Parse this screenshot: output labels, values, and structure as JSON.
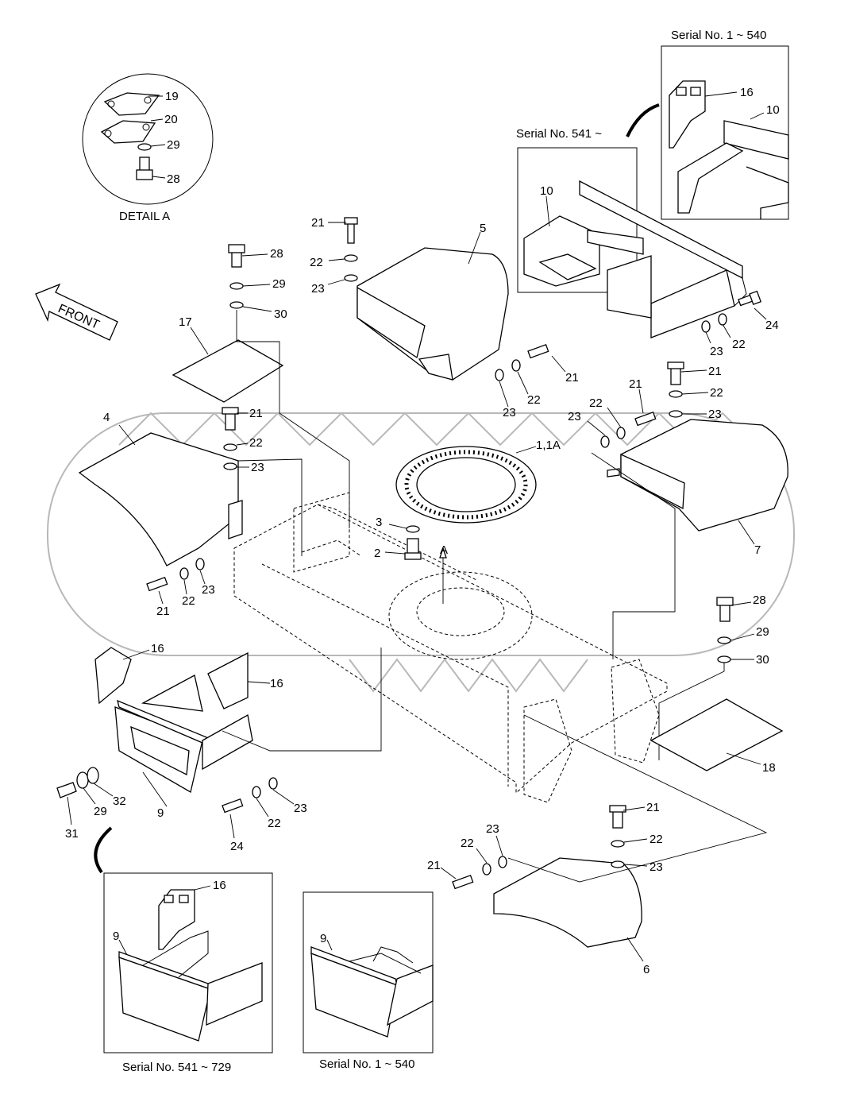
{
  "corner_mark": "",
  "front_arrow_label": "FRONT",
  "detail_a": {
    "caption": "DETAIL A",
    "labels": [
      "19",
      "20",
      "29",
      "28"
    ]
  },
  "inset_captions": {
    "top_right": "Serial No. 1 ~ 540",
    "top_middle": "Serial No. 541 ~",
    "bottom_left": "Serial No. 541 ~ 729",
    "bottom_middle": "Serial No. 1 ~ 540"
  },
  "callouts": {
    "c_16_tr": "16",
    "c_10_tr": "10",
    "c_10_tm": "10",
    "c_24_tr": "24",
    "c_23_tr": "23",
    "c_22_tr": "22",
    "c_21_top": "21",
    "c_22_top": "22",
    "c_23_top": "23",
    "c_5": "5",
    "c_28_tl": "28",
    "c_29_tl": "29",
    "c_30_tl": "30",
    "c_17": "17",
    "c_21_mid": "21",
    "c_23_mid": "23",
    "c_22_mid": "22",
    "c_21_r1": "21",
    "c_22_r1": "22",
    "c_23_r1": "23",
    "c_21_r2": "21",
    "c_22_r2": "22",
    "c_23_r2": "23",
    "c_4": "4",
    "c_21_l": "21",
    "c_22_l": "22",
    "c_23_l": "23",
    "c_21_l2": "21",
    "c_22_l2": "22",
    "c_23_l2": "23",
    "c_1_1a": "1,1A",
    "c_3": "3",
    "c_2": "2",
    "c_a": "A",
    "c_7": "7",
    "c_28_r": "28",
    "c_29_r": "29",
    "c_30_r": "30",
    "c_18": "18",
    "c_16_l1": "16",
    "c_16_l2": "16",
    "c_9": "9",
    "c_32": "32",
    "c_29_l": "29",
    "c_31": "31",
    "c_24_l": "24",
    "c_22_bl": "22",
    "c_23_bl": "23",
    "c_21_br": "21",
    "c_22_br": "22",
    "c_23_br": "23",
    "c_23_bm": "23",
    "c_22_bm": "22",
    "c_21_bm": "21",
    "c_6": "6",
    "c_16_inset": "16",
    "c_9_inset1": "9",
    "c_9_inset2": "9"
  }
}
